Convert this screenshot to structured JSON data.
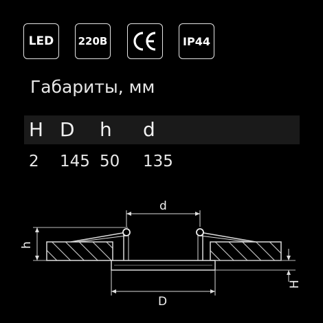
{
  "badges": {
    "led": "LED",
    "voltage": "220В",
    "ce": "CE",
    "ip": "IP44"
  },
  "title": "Габариты, мм",
  "dimensions": {
    "headers": [
      "H",
      "D",
      "h",
      "d"
    ],
    "values": [
      "2",
      "145",
      "50",
      "135"
    ]
  },
  "drawing": {
    "label_d": "d",
    "label_D": "D",
    "label_h": "h",
    "label_H": "H"
  }
}
